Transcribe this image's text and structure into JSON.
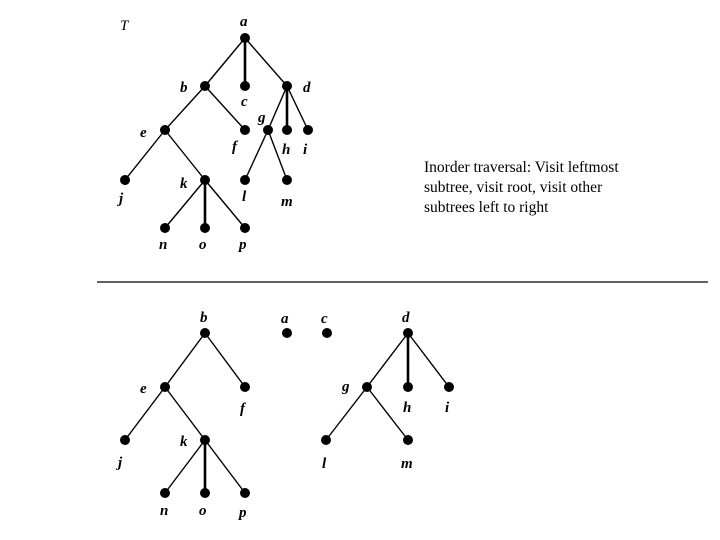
{
  "title": "T",
  "note_lines": [
    "Inorder traversal:  Visit leftmost",
    "subtree, visit root, visit other",
    "subtrees left to right"
  ],
  "labels": {
    "a": "a",
    "b": "b",
    "c": "c",
    "d": "d",
    "e": "e",
    "f": "f",
    "g": "g",
    "h": "h",
    "i": "i",
    "j": "j",
    "k": "k",
    "l": "l",
    "m": "m",
    "n": "n",
    "o": "o",
    "p": "p"
  },
  "top_tree_edges": [
    [
      "a",
      "b"
    ],
    [
      "a",
      "c"
    ],
    [
      "a",
      "d"
    ],
    [
      "b",
      "e"
    ],
    [
      "b",
      "f"
    ],
    [
      "d",
      "g"
    ],
    [
      "d",
      "h"
    ],
    [
      "d",
      "i"
    ],
    [
      "e",
      "j"
    ],
    [
      "e",
      "k"
    ],
    [
      "g",
      "l"
    ],
    [
      "g",
      "m"
    ],
    [
      "k",
      "n"
    ],
    [
      "k",
      "o"
    ],
    [
      "k",
      "p"
    ]
  ],
  "bottom_tree_edges": [
    [
      "b",
      "e"
    ],
    [
      "b",
      "f"
    ],
    [
      "e",
      "j"
    ],
    [
      "e",
      "k"
    ],
    [
      "k",
      "n"
    ],
    [
      "k",
      "o"
    ],
    [
      "k",
      "p"
    ],
    [
      "d",
      "g"
    ],
    [
      "d",
      "h"
    ],
    [
      "d",
      "i"
    ],
    [
      "g",
      "l"
    ],
    [
      "g",
      "m"
    ]
  ]
}
